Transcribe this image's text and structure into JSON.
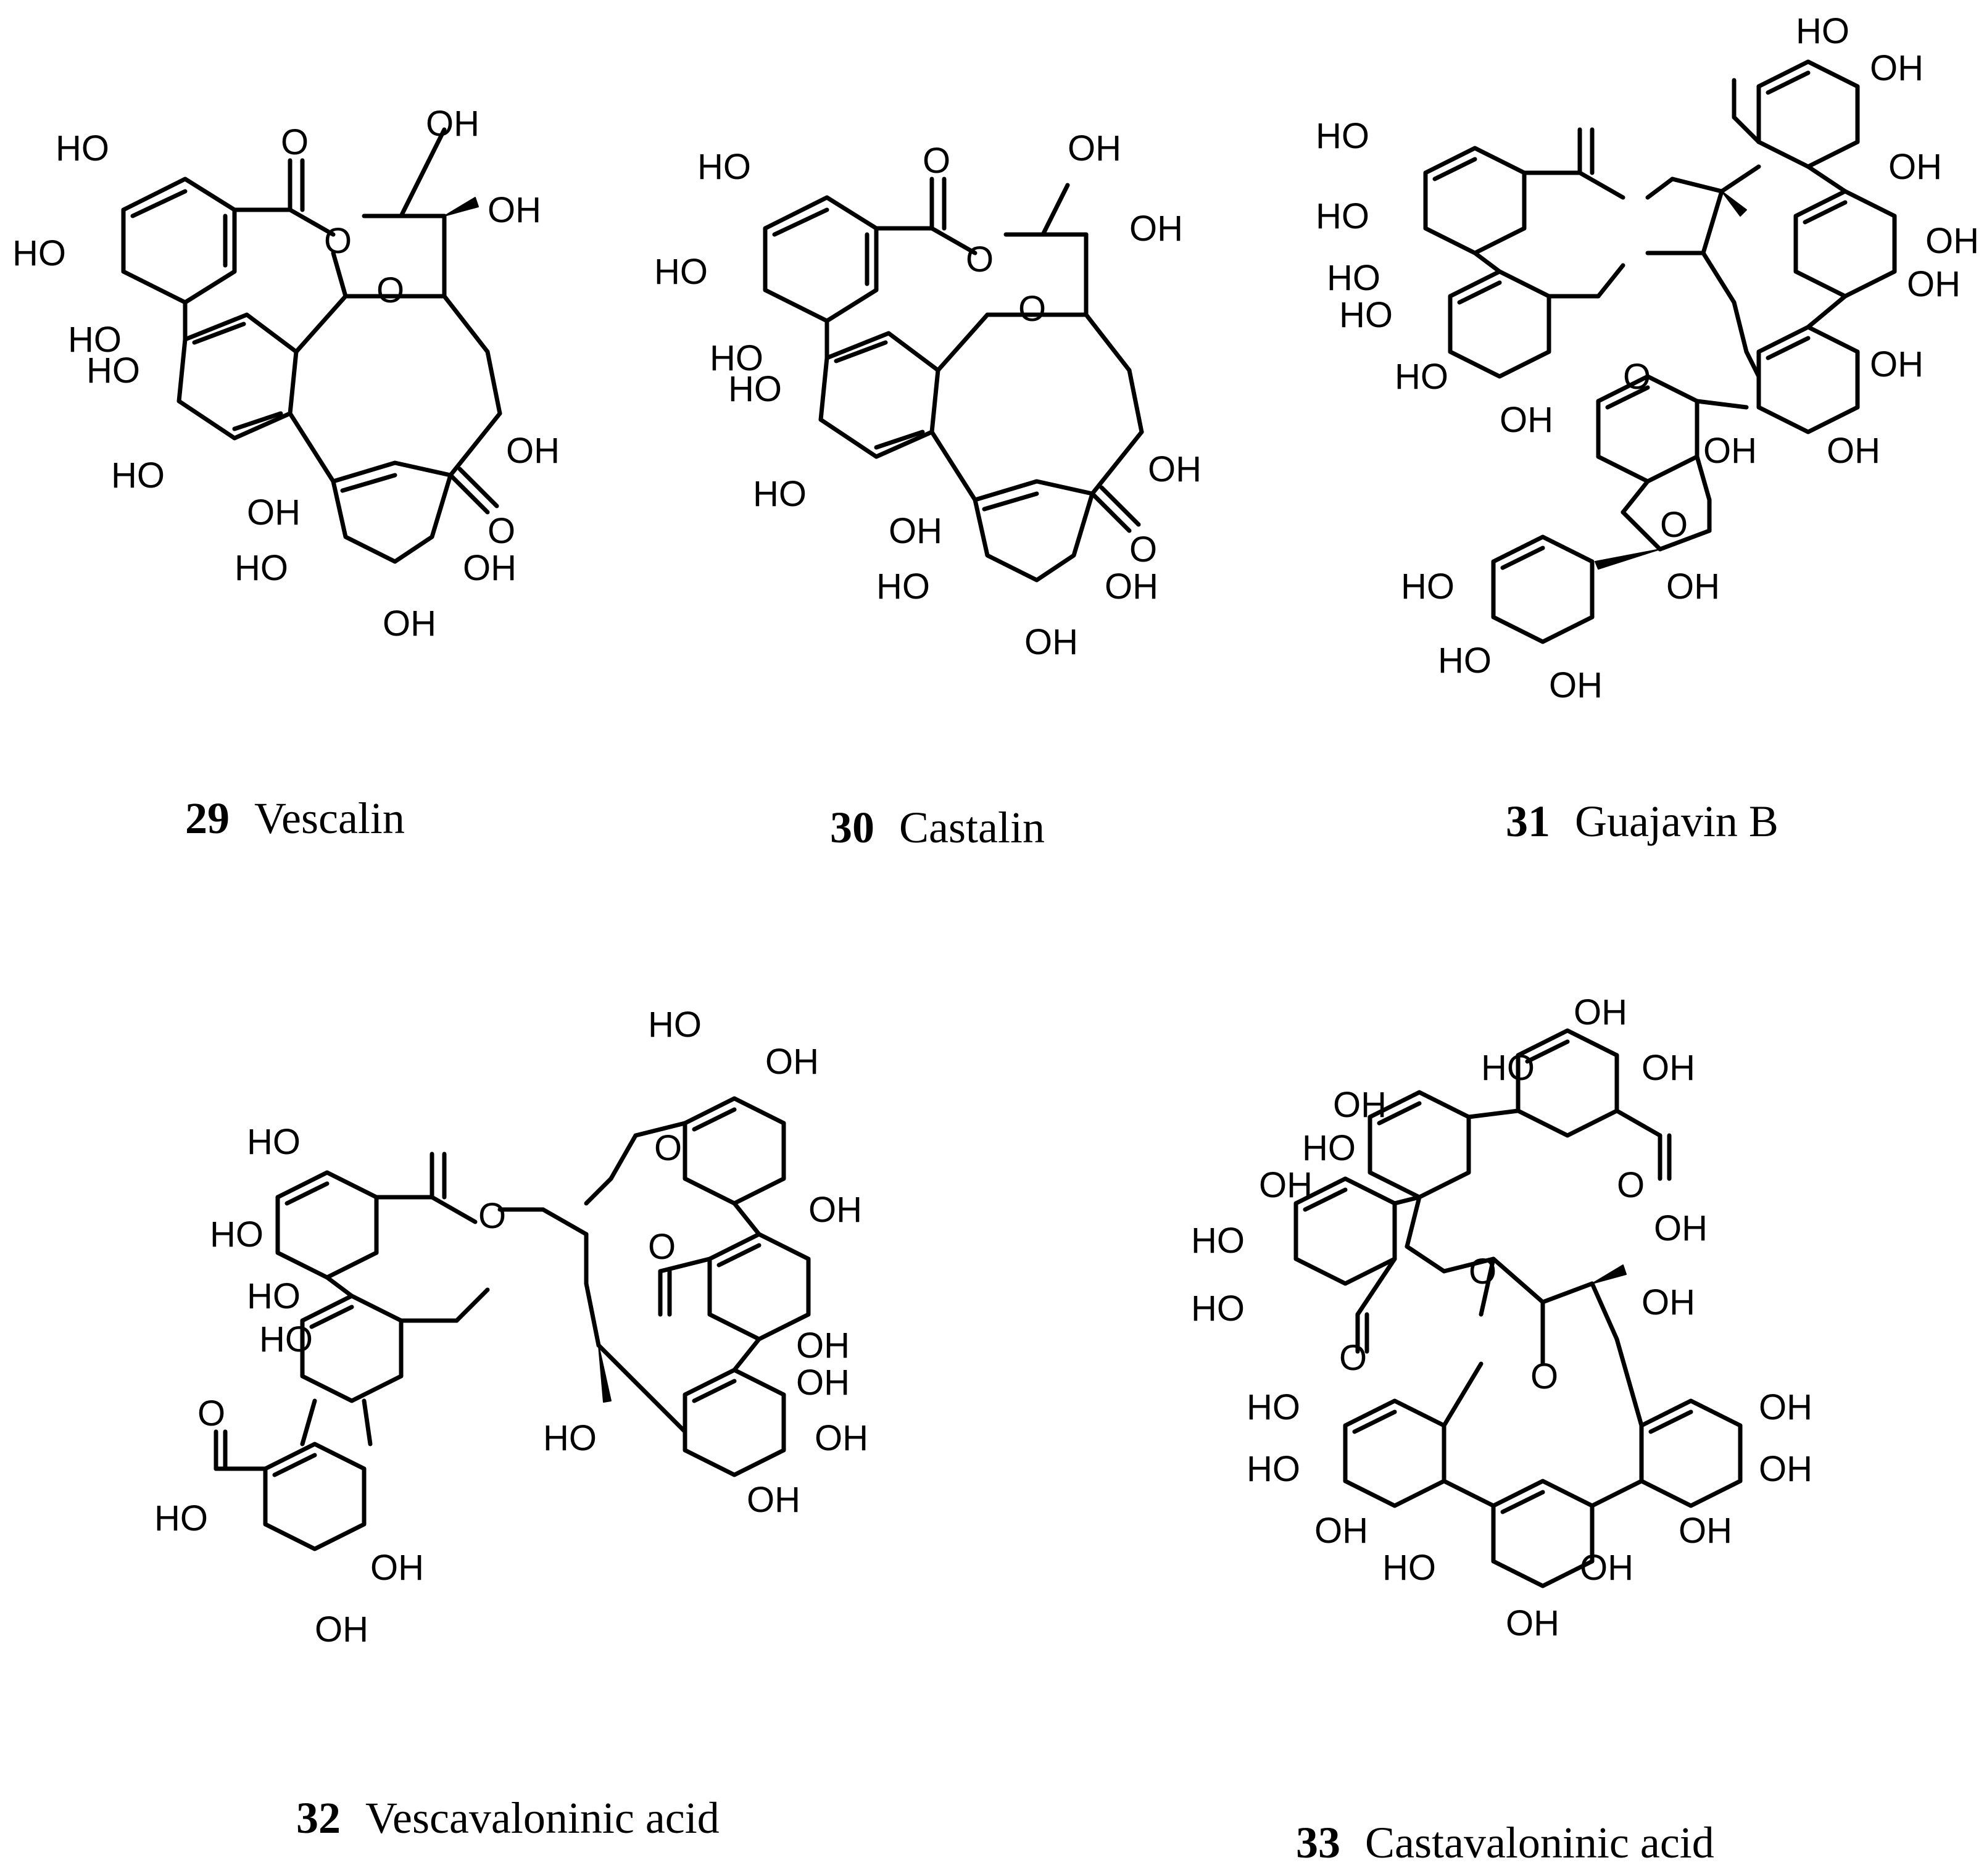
{
  "compounds": [
    {
      "number": "29",
      "name": "Vescalin"
    },
    {
      "number": "30",
      "name": "Castalin"
    },
    {
      "number": "31",
      "name": "Guajavin B"
    },
    {
      "number": "32",
      "name": "Vescavaloninic acid"
    },
    {
      "number": "33",
      "name": "Castavaloninic acid"
    }
  ],
  "atom_labels": {
    "oh": "OH",
    "ho": "HO",
    "o": "O"
  }
}
